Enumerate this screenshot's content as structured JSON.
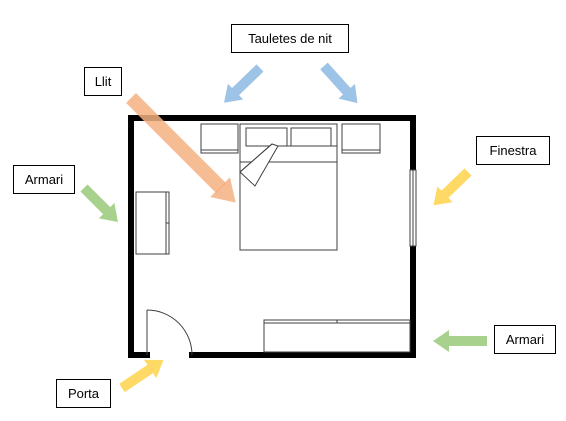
{
  "labels": {
    "tauletes": "Tauletes de nit",
    "llit": "Llit",
    "armari_left": "Armari",
    "finestra": "Finestra",
    "armari_right": "Armari",
    "porta": "Porta"
  },
  "colors": {
    "wall": "#000000",
    "furniture_stroke": "#404040",
    "arrow_blue": "#9dc3e6",
    "arrow_orange": "#f4b183",
    "arrow_green": "#a9d18e",
    "arrow_yellow": "#ffd966"
  }
}
